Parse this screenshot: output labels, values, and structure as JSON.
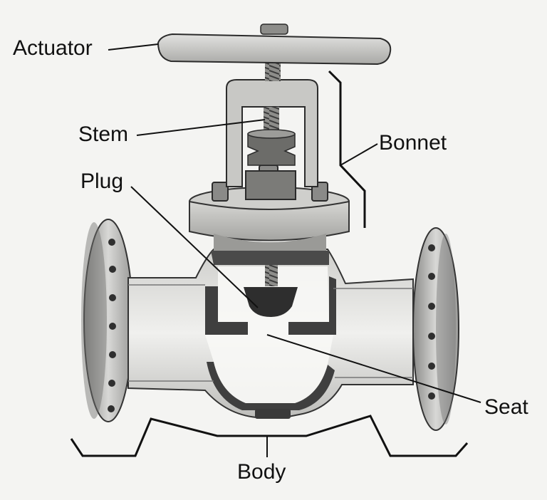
{
  "labels": {
    "actuator": "Actuator",
    "stem": "Stem",
    "bonnet": "Bonnet",
    "plug": "Plug",
    "seat": "Seat",
    "body": "Body"
  },
  "colors": {
    "background": "#f4f4f2",
    "metal_light": "#e6e6e4",
    "metal_mid": "#b9b9b6",
    "metal_dark": "#3f3f3f",
    "cavity": "#f7f7f5",
    "ink": "#111111"
  }
}
